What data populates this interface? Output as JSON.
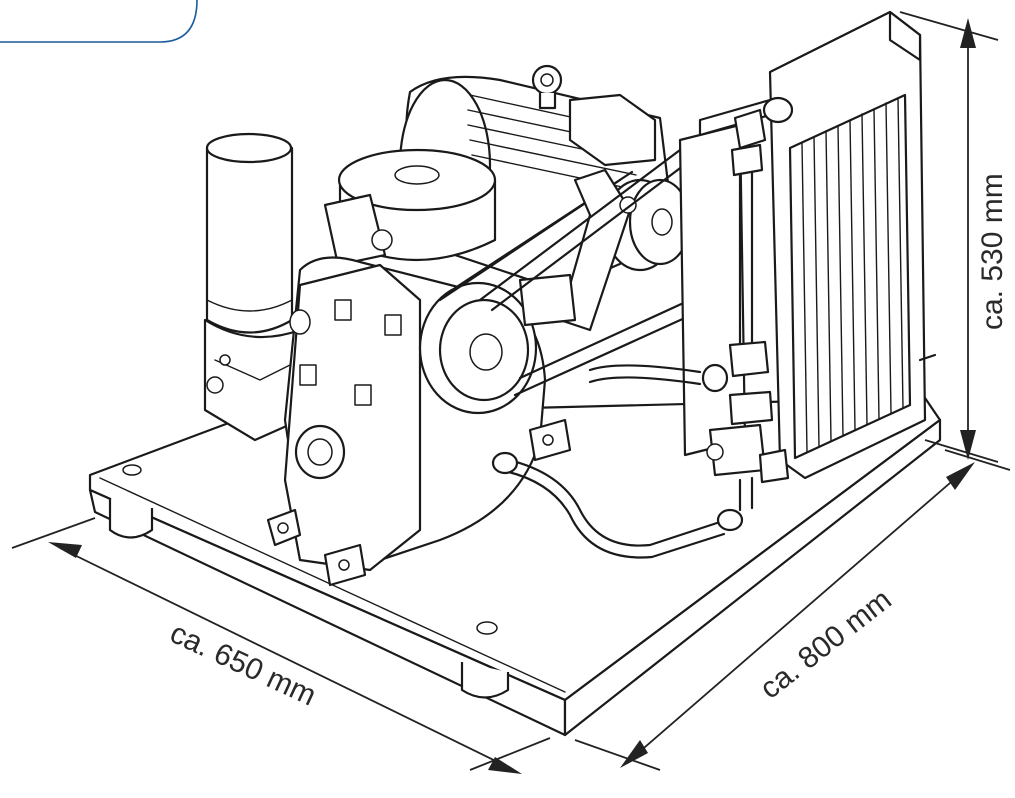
{
  "dimensions": {
    "width_label": "ca. 650 mm",
    "depth_label": "ca. 800 mm",
    "height_label": "ca. 530 mm"
  },
  "colors": {
    "line": "#1a1a1a",
    "fill": "#ffffff",
    "callout_border": "#1a5a9a"
  }
}
